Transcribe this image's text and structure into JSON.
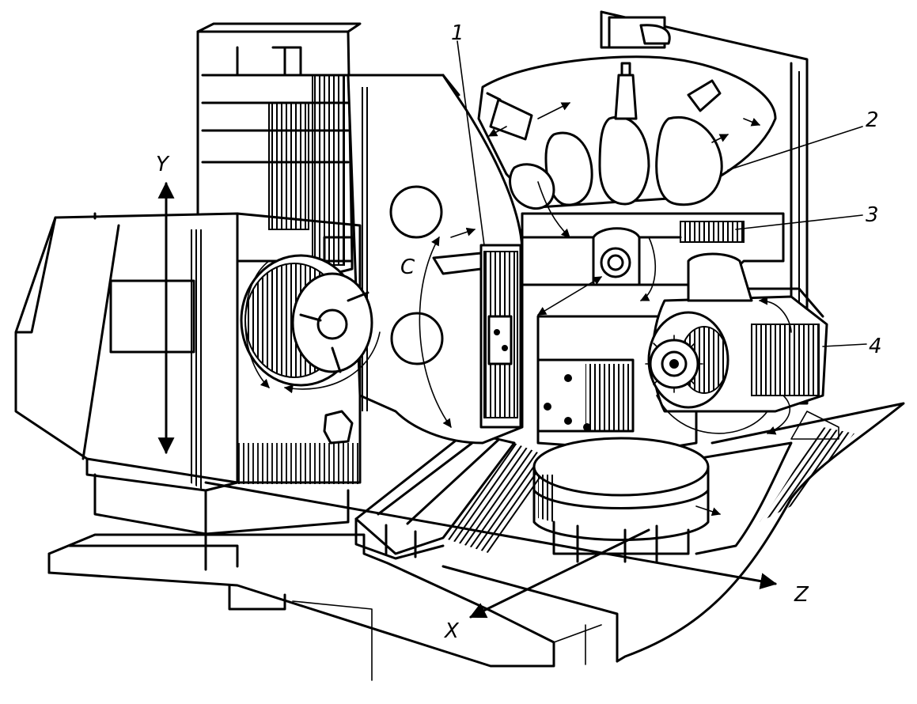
{
  "labels": {
    "part_1": "1",
    "part_2": "2",
    "part_3": "3",
    "part_4": "4",
    "axis_y": "Y",
    "axis_c": "C",
    "axis_x": "X",
    "axis_z": "Z"
  },
  "colors": {
    "ink": "#000000",
    "paper": "#ffffff"
  }
}
